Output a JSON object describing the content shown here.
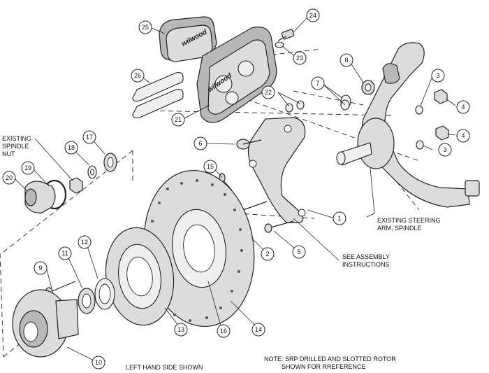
{
  "callouts": [
    {
      "id": "1",
      "label": "1"
    },
    {
      "id": "2",
      "label": "2"
    },
    {
      "id": "3a",
      "label": "3"
    },
    {
      "id": "3b",
      "label": "3"
    },
    {
      "id": "4a",
      "label": "4"
    },
    {
      "id": "4b",
      "label": "4"
    },
    {
      "id": "5",
      "label": "5"
    },
    {
      "id": "6",
      "label": "6"
    },
    {
      "id": "7",
      "label": "7"
    },
    {
      "id": "8",
      "label": "8"
    },
    {
      "id": "9",
      "label": "9"
    },
    {
      "id": "10",
      "label": "10"
    },
    {
      "id": "11",
      "label": "11"
    },
    {
      "id": "12",
      "label": "12"
    },
    {
      "id": "13",
      "label": "13"
    },
    {
      "id": "14",
      "label": "14"
    },
    {
      "id": "15",
      "label": "15"
    },
    {
      "id": "16",
      "label": "16"
    },
    {
      "id": "17",
      "label": "17"
    },
    {
      "id": "18",
      "label": "18"
    },
    {
      "id": "19",
      "label": "19"
    },
    {
      "id": "20",
      "label": "20"
    },
    {
      "id": "21",
      "label": "21"
    },
    {
      "id": "22",
      "label": "22"
    },
    {
      "id": "23",
      "label": "23"
    },
    {
      "id": "24",
      "label": "24"
    },
    {
      "id": "25",
      "label": "25"
    },
    {
      "id": "26",
      "label": "26"
    }
  ],
  "labels": {
    "existing_spindle_nut": [
      "EXISTING",
      "SPINDLE",
      "NUT"
    ],
    "existing_steering_arm": [
      "EXISTING STEERING",
      "ARM, SPINDLE"
    ],
    "see_assembly": [
      "SEE ASSEMBLY",
      "INSTRUCTIONS"
    ],
    "left_hand_side": "LEFT HAND SIDE SHOWN",
    "note": [
      "NOTE: SRP DRILLED AND SLOTTED ROTOR",
      "SHOWN FOR RREFERENCE"
    ]
  },
  "logo_text": "wilwood"
}
